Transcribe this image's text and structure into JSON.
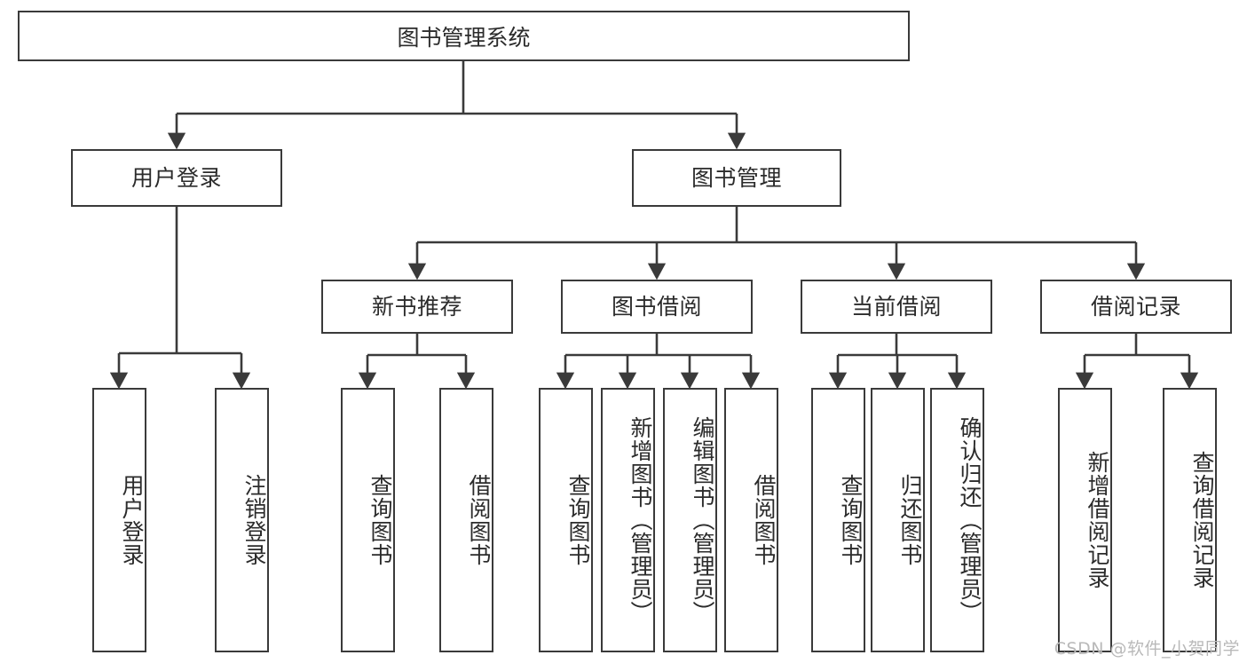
{
  "diagram": {
    "title": "图书管理系统",
    "type": "tree-hierarchy-diagram",
    "colors": {
      "box_border": "#3a3a3a",
      "box_fill": "#ffffff",
      "connector": "#3a3a3a",
      "text": "#2b2b2b",
      "watermark": "#b9b9b9"
    },
    "nodes": {
      "root": {
        "label": "图书管理系统"
      },
      "level2": [
        {
          "id": "user-login",
          "label": "用户登录"
        },
        {
          "id": "book-management",
          "label": "图书管理"
        }
      ],
      "level3": [
        {
          "id": "new-book-recommend",
          "label": "新书推荐"
        },
        {
          "id": "book-borrow",
          "label": "图书借阅"
        },
        {
          "id": "current-borrow",
          "label": "当前借阅"
        },
        {
          "id": "borrow-record",
          "label": "借阅记录"
        }
      ],
      "leaves": {
        "user-login": [
          {
            "id": "leaf-user-login",
            "label": "用户登录"
          },
          {
            "id": "leaf-logout",
            "label": "注销登录"
          }
        ],
        "new-book-recommend": [
          {
            "id": "leaf-query-book-1",
            "label": "查询图书"
          },
          {
            "id": "leaf-borrow-book-1",
            "label": "借阅图书"
          }
        ],
        "book-borrow": [
          {
            "id": "leaf-query-book-2",
            "label": "查询图书"
          },
          {
            "id": "leaf-add-book",
            "label": "新增图书（管理员）"
          },
          {
            "id": "leaf-edit-book",
            "label": "编辑图书（管理员）"
          },
          {
            "id": "leaf-borrow-book-2",
            "label": "借阅图书"
          }
        ],
        "current-borrow": [
          {
            "id": "leaf-query-book-3",
            "label": "查询图书"
          },
          {
            "id": "leaf-return-book",
            "label": "归还图书"
          },
          {
            "id": "leaf-confirm-return",
            "label": "确认归还（管理员）"
          }
        ],
        "borrow-record": [
          {
            "id": "leaf-add-record",
            "label": "新增借阅记录"
          },
          {
            "id": "leaf-query-record",
            "label": "查询借阅记录"
          }
        ]
      }
    }
  },
  "watermark": {
    "text": "CSDN @软件_小贺同学"
  }
}
